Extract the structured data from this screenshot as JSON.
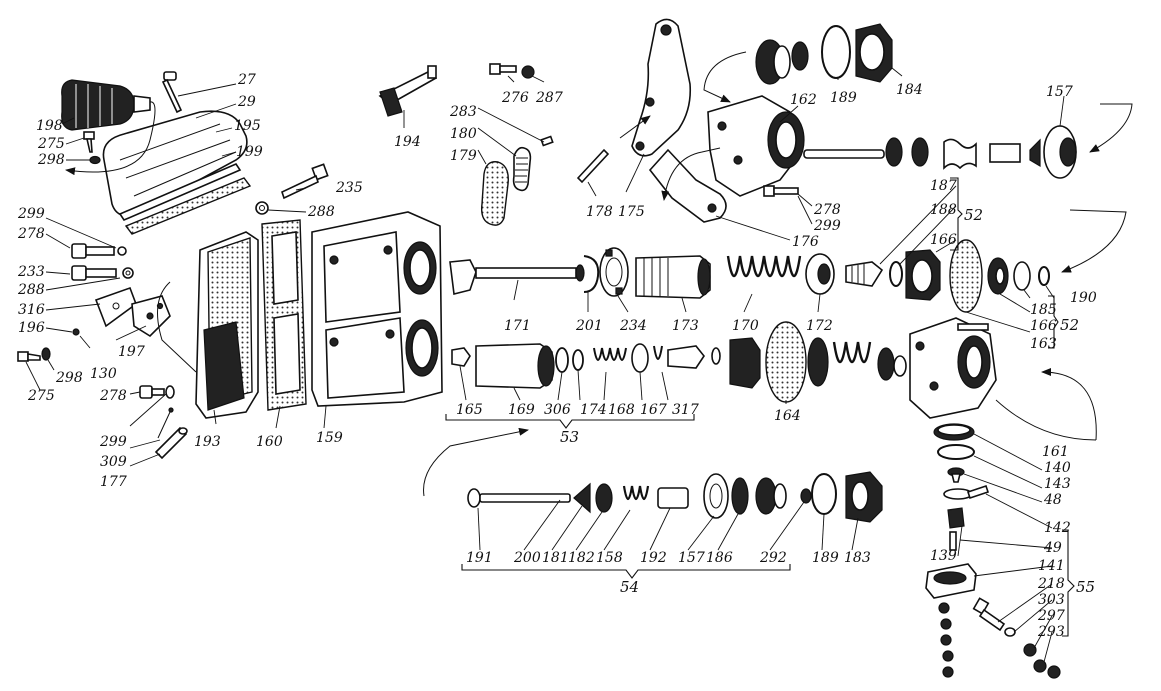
{
  "labels": {
    "l27": "27",
    "l29": "29",
    "l198": "198",
    "l195": "195",
    "l275a": "275",
    "l298a": "298",
    "l199": "199",
    "l235": "235",
    "l288a": "288",
    "l299a": "299",
    "l278a": "278",
    "l233": "233",
    "l288b": "288",
    "l316": "316",
    "l196": "196",
    "l197": "197",
    "l130": "130",
    "l298b": "298",
    "l275b": "275",
    "l278b": "278",
    "l299b": "299",
    "l309": "309",
    "l177": "177",
    "l193": "193",
    "l160": "160",
    "l159": "159",
    "l194": "194",
    "l276": "276",
    "l287": "287",
    "l283": "283",
    "l180": "180",
    "l179": "179",
    "l178": "178",
    "l175": "175",
    "l176": "176",
    "l162": "162",
    "l189a": "189",
    "l184": "184",
    "l157a": "157",
    "l278c": "278",
    "l299c": "299",
    "l187": "187",
    "l188": "188",
    "l166a": "166",
    "l52a": "52",
    "l190": "190",
    "l185": "185",
    "l166b": "166",
    "l163": "163",
    "l52b": "52",
    "l171": "171",
    "l201": "201",
    "l234": "234",
    "l173": "173",
    "l170": "170",
    "l172": "172",
    "l165": "165",
    "l169": "169",
    "l306": "306",
    "l174": "174",
    "l168": "168",
    "l167": "167",
    "l317": "317",
    "l164": "164",
    "l53": "53",
    "l161": "161",
    "l140": "140",
    "l143": "143",
    "l48": "48",
    "l142": "142",
    "l49": "49",
    "l139": "139",
    "l141": "141",
    "l218": "218",
    "l303": "303",
    "l297": "297",
    "l293": "293",
    "l55": "55",
    "l191": "191",
    "l200": "200",
    "l181": "181",
    "l182": "182",
    "l158": "158",
    "l192": "192",
    "l157b": "157",
    "l186": "186",
    "l292": "292",
    "l189b": "189",
    "l183": "183",
    "l54": "54"
  }
}
